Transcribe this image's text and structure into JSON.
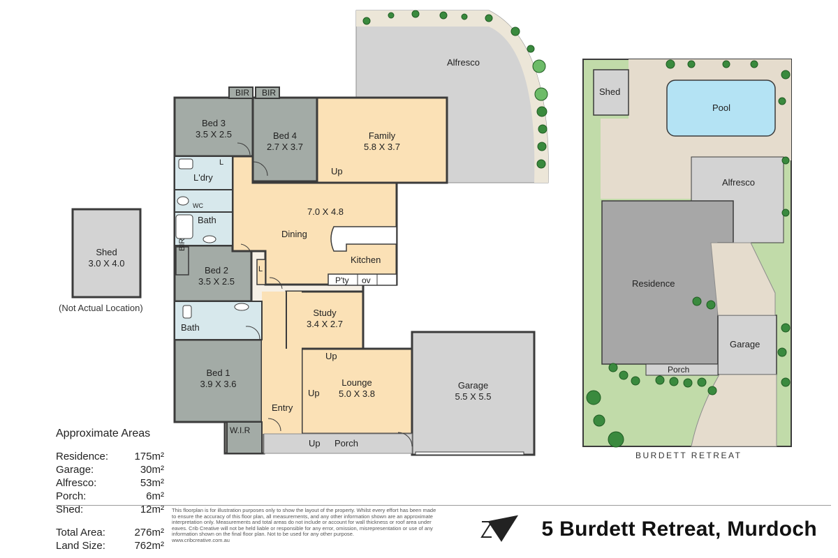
{
  "rooms": {
    "bed3": {
      "name": "Bed 3",
      "dim": "3.5 X 2.5"
    },
    "bed4": {
      "name": "Bed 4",
      "dim": "2.7 X 3.7"
    },
    "family": {
      "name": "Family",
      "dim": "5.8 X 3.7"
    },
    "alfresco": {
      "name": "Alfresco"
    },
    "dining": {
      "name": "Dining",
      "dim": "7.0 X 4.8"
    },
    "kitchen": {
      "name": "Kitchen"
    },
    "pantry": {
      "name": "P'ty"
    },
    "oven": {
      "name": "ov"
    },
    "laundry": {
      "name": "L'dry"
    },
    "wc": {
      "name": "WC"
    },
    "bath_top": {
      "name": "Bath"
    },
    "bed2": {
      "name": "Bed 2",
      "dim": "3.5 X 2.5"
    },
    "bath_mid": {
      "name": "Bath"
    },
    "study": {
      "name": "Study",
      "dim": "3.4 X 2.7"
    },
    "bed1": {
      "name": "Bed 1",
      "dim": "3.9 X 3.6"
    },
    "lounge": {
      "name": "Lounge",
      "dim": "5.0 X 3.8"
    },
    "entry": {
      "name": "Entry"
    },
    "wir": {
      "name": "W.I.R"
    },
    "porch": {
      "name": "Porch"
    },
    "garage": {
      "name": "Garage",
      "dim": "5.5 X 5.5"
    },
    "shed": {
      "name": "Shed",
      "dim": "3.0 X 4.0"
    }
  },
  "labels": {
    "bir": "BIR",
    "linen": "L",
    "up": "Up"
  },
  "shed_note": "(Not Actual Location)",
  "site": {
    "shed": "Shed",
    "pool": "Pool",
    "alfresco": "Alfresco",
    "residence": "Residence",
    "garage": "Garage",
    "porch": "Porch",
    "street": "BURDETT RETREAT"
  },
  "areas": {
    "heading": "Approximate Areas",
    "rows": [
      {
        "label": "Residence:",
        "value": "175m²"
      },
      {
        "label": "Garage:",
        "value": "30m²"
      },
      {
        "label": "Alfresco:",
        "value": "53m²"
      },
      {
        "label": "Porch:",
        "value": "6m²"
      },
      {
        "label": "Shed:",
        "value": "12m²"
      }
    ],
    "totals": [
      {
        "label": "Total Area:",
        "value": "276m²"
      },
      {
        "label": "Land Size:",
        "value": "762m²"
      }
    ]
  },
  "disclaimer": "This floorplan is for illustration purposes only to show the layout of the property. Whilst every effort has been made to ensure the accuracy of this floor plan, all measurements, and any other information shown are an approximate interpretation only. Measurements and total areas do not include or account for wall thickness or roof area under eaves. Crib Creative will not be held liable or responsible for any error, omission, misrepresentation or use of any information shown on the final floor plan. Not to be used for any other purpose.",
  "website": "www.cribcreative.com.au",
  "address": "5 Burdett Retreat, Murdoch",
  "colors": {
    "bedroom": "#a3aba6",
    "living": "#fbe1b6",
    "wet": "#d7e8ec",
    "hall": "#f6f0e6",
    "outdoor": "#d3d3d3",
    "wall": "#3b3b3b",
    "lawn": "#c1dba9",
    "pool": "#b4e3f4",
    "paving": "#e5dccd",
    "tree": "#3a8a3e"
  }
}
